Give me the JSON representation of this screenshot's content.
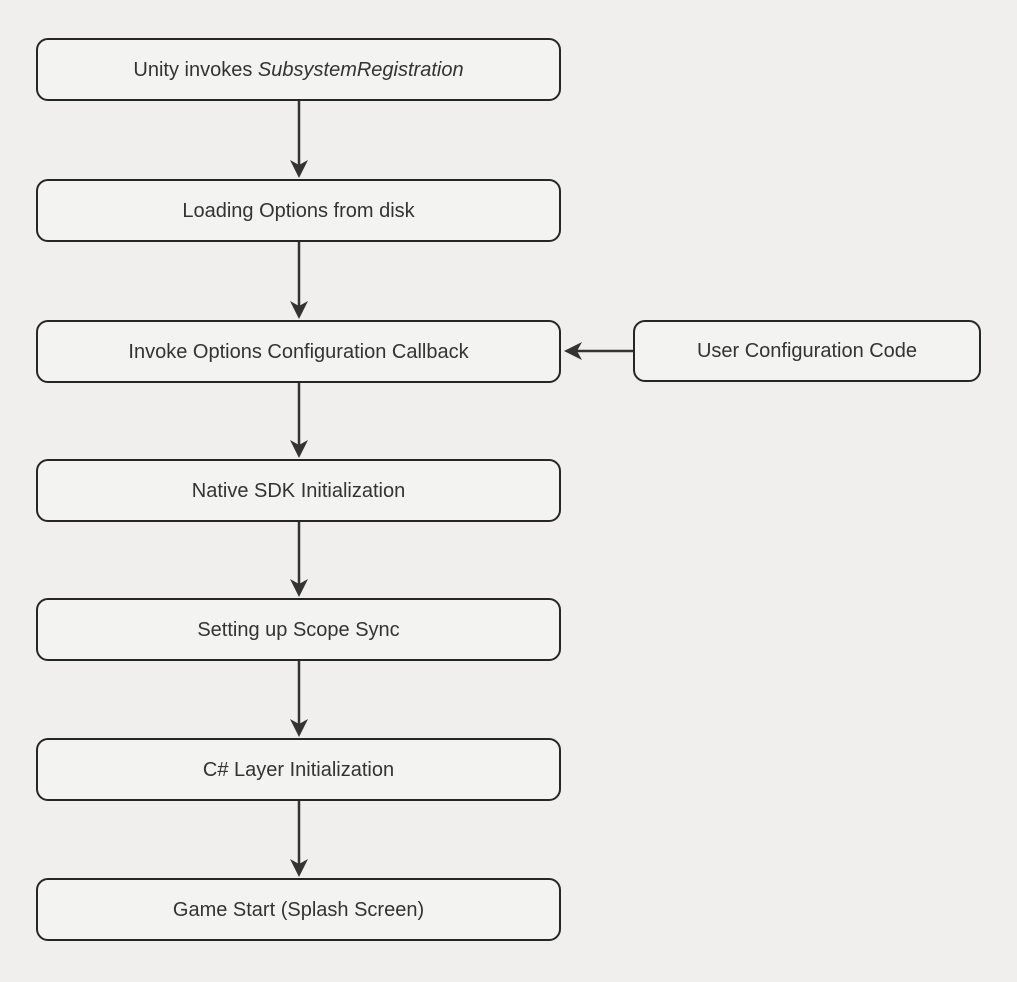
{
  "diagram": {
    "kind": "flowchart",
    "direction": "top-down",
    "nodes": [
      {
        "id": "unity-invokes",
        "label_prefix": "Unity invokes ",
        "label_italic": "SubsystemRegistration"
      },
      {
        "id": "loading-options",
        "label": "Loading Options from disk"
      },
      {
        "id": "invoke-callback",
        "label": "Invoke Options Configuration Callback"
      },
      {
        "id": "user-config",
        "label": "User Configuration Code"
      },
      {
        "id": "native-sdk",
        "label": "Native SDK Initialization"
      },
      {
        "id": "scope-sync",
        "label": "Setting up Scope Sync"
      },
      {
        "id": "csharp-layer",
        "label": "C# Layer Initialization"
      },
      {
        "id": "game-start",
        "label": "Game Start (Splash Screen)"
      }
    ],
    "edges": [
      {
        "from": "unity-invokes",
        "to": "loading-options"
      },
      {
        "from": "loading-options",
        "to": "invoke-callback"
      },
      {
        "from": "user-config",
        "to": "invoke-callback"
      },
      {
        "from": "invoke-callback",
        "to": "native-sdk"
      },
      {
        "from": "native-sdk",
        "to": "scope-sync"
      },
      {
        "from": "scope-sync",
        "to": "csharp-layer"
      },
      {
        "from": "csharp-layer",
        "to": "game-start"
      }
    ],
    "colors": {
      "background": "#f0efed",
      "node_fill": "#f3f3f1",
      "node_border": "#262626",
      "text": "#333333",
      "arrow": "#333333"
    }
  }
}
